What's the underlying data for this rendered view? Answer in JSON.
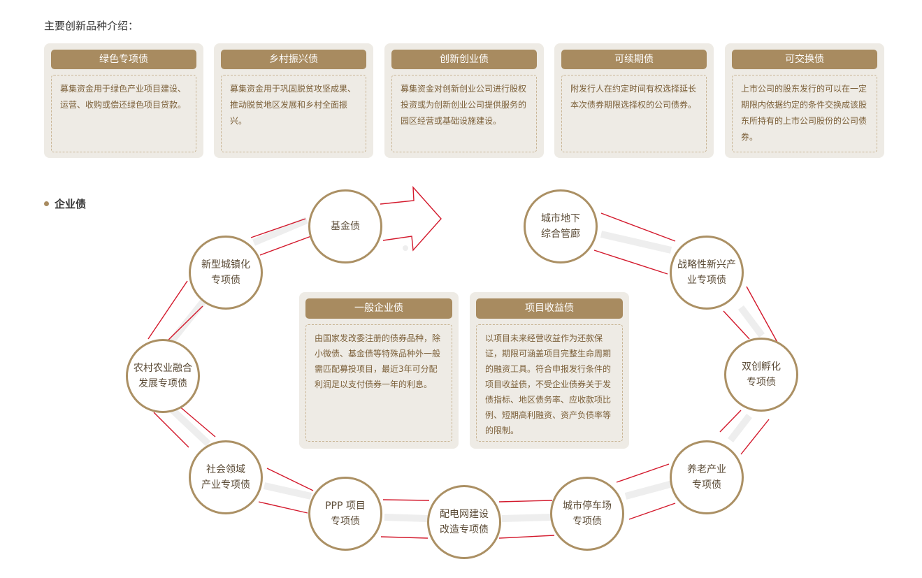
{
  "page_title": "主要创新品种介绍：",
  "innovation_cards": [
    {
      "title": "绿色专项债",
      "desc": "募集资金用于绿色产业项目建设、运营、收购或偿还绿色项目贷款。"
    },
    {
      "title": "乡村振兴债",
      "desc": "募集资金用于巩固脱贫攻坚成果、推动脱贫地区发展和乡村全面振兴。"
    },
    {
      "title": "创新创业债",
      "desc": "募集资金对创新创业公司进行股权投资或为创新创业公司提供服务的园区经营或基础设施建设。"
    },
    {
      "title": "可续期债",
      "desc": "附发行人在约定时间有权选择延长本次债券期限选择权的公司债券。"
    },
    {
      "title": "可交换债",
      "desc": "上市公司的股东发行的可以在一定期限内依据约定的条件交换成该股东所持有的上市公司股份的公司债券。"
    }
  ],
  "section_title": "企业债",
  "cycle_nodes": {
    "fund": "基金债",
    "utility_tunnel": "城市地下\n综合管廊",
    "strategic_industry": "战略性新兴产\n业专项债",
    "innovation_incubation": "双创孵化\n专项债",
    "elderly_care": "养老产业\n专项债",
    "parking": "城市停车场\n专项债",
    "power_grid": "配电网建设\n改造专项债",
    "ppp": "PPP 项目\n专项债",
    "social_field": "社会领域\n产业专项债",
    "rural_integration": "农村农业融合\n发展专项债",
    "urbanization": "新型城镇化\n专项债"
  },
  "center_cards": [
    {
      "title": "一般企业债",
      "desc": "由国家发改委注册的债券品种，除小微债、基金债等特殊品种外一般需匹配募投项目，最近3年可分配利润足以支付债券一年的利息。"
    },
    {
      "title": "项目收益债",
      "desc": "以项目未来经营收益作为还款保证，期限可涵盖项目完整生命周期的融资工具。符合申报发行条件的项目收益债，不受企业债券关于发债指标、地区债务率、应收款项比例、短期高利融资、资产负债率等的限制。"
    }
  ],
  "colors": {
    "brown": "#a88b60",
    "red": "#d3192c",
    "card_bg": "#eeebe5"
  }
}
